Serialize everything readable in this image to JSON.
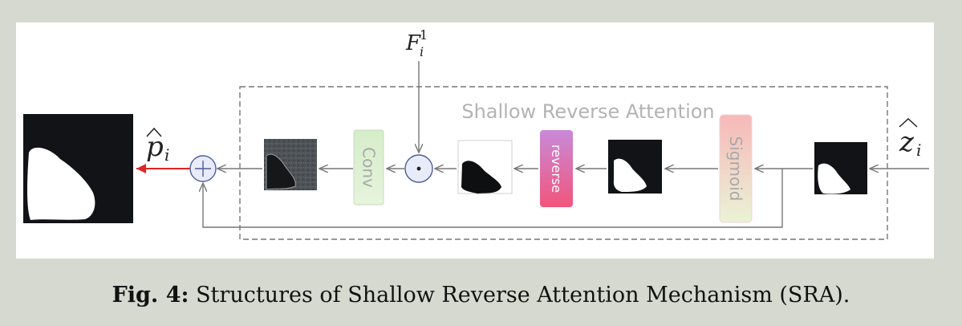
{
  "diagram": {
    "module_title": "Shallow Reverse Attention",
    "input_feature": {
      "base": "F",
      "sub": "i",
      "sup": "1"
    },
    "input_z": {
      "base": "z",
      "sub": "i"
    },
    "output_p": {
      "base": "p",
      "sub": "i"
    },
    "blocks": {
      "conv": "Conv",
      "reverse": "reverse",
      "sigmoid": "Sigmoid"
    },
    "operators": {
      "add": "+",
      "multiply": "·"
    },
    "colors": {
      "conv_fill": "#d5edc9",
      "reverse_fill_top": "#c88ad9",
      "reverse_fill_bottom": "#f2557c",
      "sigmoid_fill_top": "#f7b8b8",
      "sigmoid_fill_bottom": "#eaf3d6",
      "output_arrow": "#e02424",
      "arrow": "#777777",
      "operator_fill": "#e8ecfa",
      "operator_stroke": "#4a5a9a"
    }
  },
  "caption": {
    "label": "Fig. 4:",
    "text": "Structures of Shallow Reverse Attention Mechanism (SRA)."
  }
}
